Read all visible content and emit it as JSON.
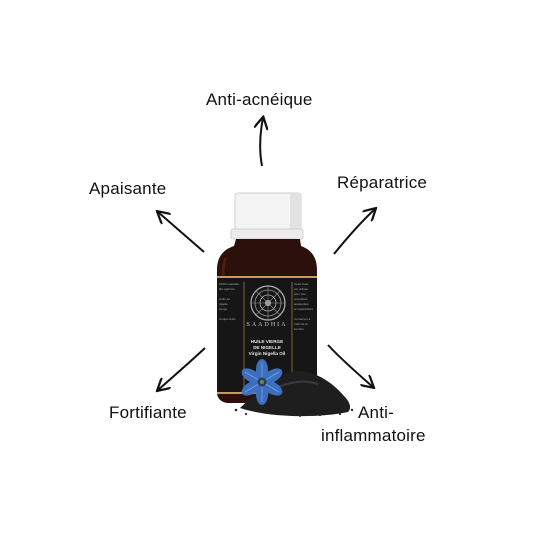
{
  "benefits": {
    "top": "Anti-acnéique",
    "left_upper": "Apaisante",
    "right_upper": "Réparatrice",
    "left_lower": "Fortifiante",
    "right_lower_line1": "Anti-",
    "right_lower_line2": "inflammatoire"
  },
  "product": {
    "brand": "SAADHIA",
    "name_line1": "HUILE VIERGE",
    "name_line2": "DE NIGELLE",
    "name_line3": "Virgin Nigella Oil",
    "left_panel_text": [
      "100% naturelle",
      "Bio agricole",
      "",
      "Huile de",
      "nigelle",
      "vierge",
      "",
      "Coupe Huile"
    ],
    "right_panel_text": [
      "Cette huile",
      "est utilisée",
      "pour ses",
      "propriétés",
      "apaisantes",
      "et réparatrices",
      "",
      "Conserver à",
      "l'abri de la",
      "lumière"
    ]
  },
  "colors": {
    "bottle": "#2a0f0c",
    "cap": "#f3f3f3",
    "label_dark": "#161616",
    "label_accent": "#c69a63",
    "flower": "#3f74c8",
    "seeds": "#1d1d1d"
  },
  "icons": [
    "arrow-up-icon",
    "arrow-up-left-icon",
    "arrow-up-right-icon",
    "arrow-down-left-icon",
    "arrow-down-right-icon",
    "mandala-logo-icon",
    "nigella-flower-icon"
  ]
}
